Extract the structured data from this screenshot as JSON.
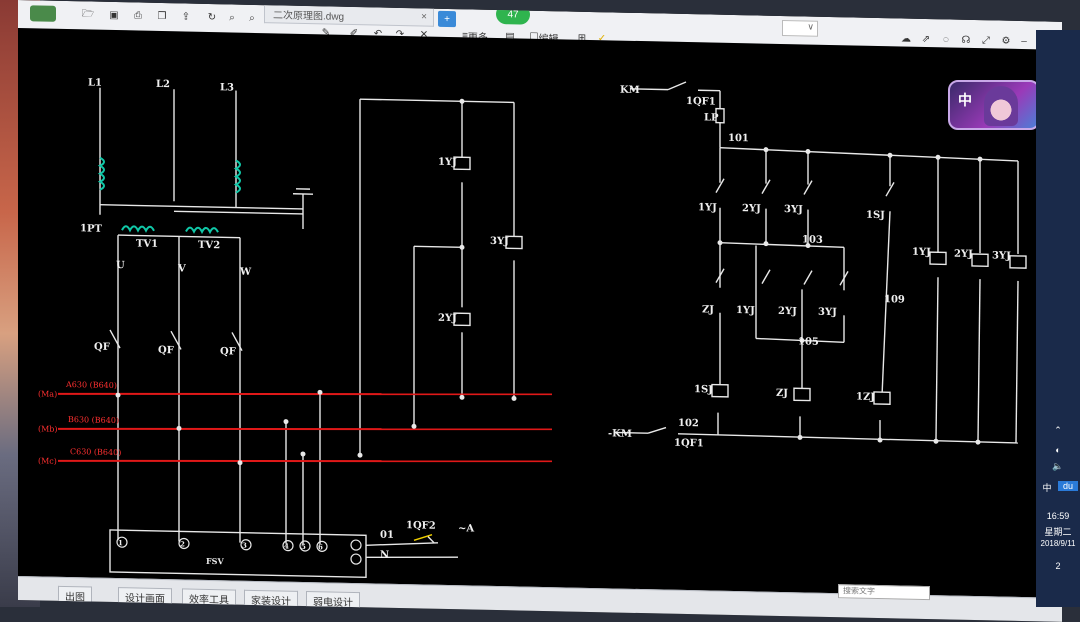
{
  "window": {
    "file_tab": "二次原理图.dwg",
    "file_tab_close": "×",
    "new_tab": "+",
    "badge": "47",
    "toolbar": {
      "more_label": "更多",
      "edit_label": "编辑"
    },
    "dropdown": "∨"
  },
  "drawing": {
    "left_labels": {
      "L1": "L1",
      "L2": "L2",
      "L3": "L3",
      "pt": "1PT",
      "tv1": "TV1",
      "tv2": "TV2",
      "u": "U",
      "v": "V",
      "w": "W",
      "qf1": "QF",
      "qf2": "QF",
      "qf3": "QF",
      "bus_a": "A630 (B640)",
      "bus_b": "B630 (B640)",
      "bus_c": "C630 (B640)",
      "bus_a_side": "(Ma)",
      "bus_b_side": "(Mb)",
      "bus_c_side": "(Mc)",
      "fsv": "FSV",
      "n01": "01",
      "n": "N",
      "qf_1qf2": "1QF2",
      "a": "~A",
      "t1": "1",
      "t2": "2",
      "t3": "3",
      "t4": "4",
      "t5": "5",
      "t6": "6"
    },
    "mid_labels": {
      "1yj": "1YJ",
      "2yj": "2YJ",
      "3yj": "3YJ"
    },
    "right_labels": {
      "km_top": "KM",
      "km_bot": "-KM",
      "qf1_top": "1QF1",
      "qf1_bot": "1QF1",
      "lp": "LP",
      "n101": "101",
      "n102": "102",
      "n103": "103",
      "n105": "105",
      "n109": "109",
      "c1yj": "1YJ",
      "c2yj": "2YJ",
      "c3yj": "3YJ",
      "c1sj": "1SJ",
      "c_zj": "ZJ",
      "c_1yj": "1YJ",
      "c_2yj": "2YJ",
      "c_3yj": "3YJ",
      "k1sj": "1SJ",
      "k_zj": "ZJ",
      "k1zj": "1ZJ",
      "r1yj": "1YJ",
      "r2yj": "2YJ",
      "r3yj": "3YJ"
    }
  },
  "statusbar": {
    "tabs": [
      "出图",
      "设计画面",
      "效率工具",
      "家装设计",
      "弱电设计"
    ],
    "search_placeholder": "搜索文字"
  },
  "taskbar": {
    "ime": "中",
    "app": "du",
    "time": "16:59",
    "weekday": "星期二",
    "date": "2018/9/11",
    "notify": "2"
  },
  "avatar": {
    "ime_label": "中"
  },
  "colors": {
    "wire": "#e8e8e8",
    "bus": "#e01818",
    "coil": "#10c8a8",
    "text": "#f0f0f0"
  }
}
